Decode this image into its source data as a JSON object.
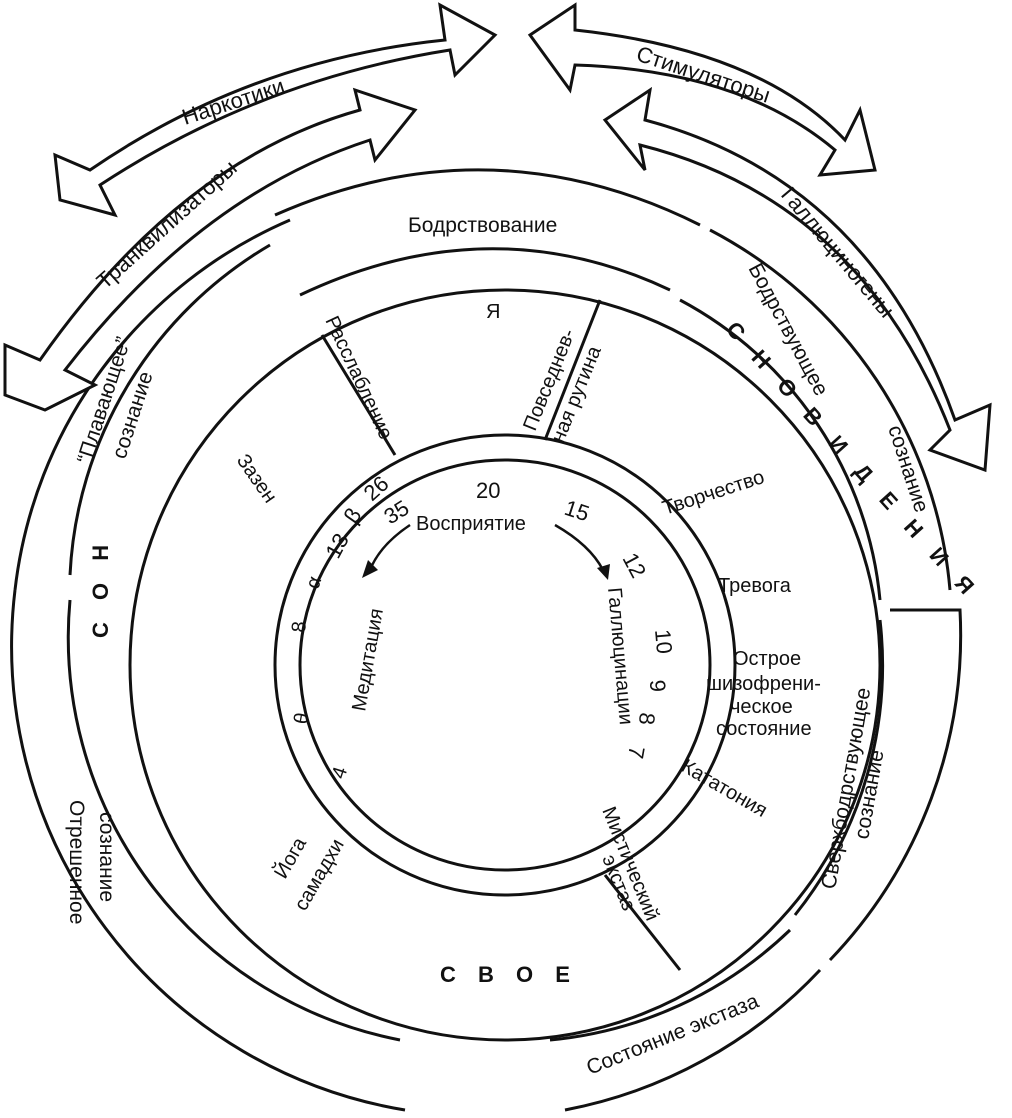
{
  "arrows": {
    "narcotics": "Наркотики",
    "tranquilizers": "Транквилизаторы",
    "stimulants": "Стимуляторы",
    "hallucinogens": "Галлюциногены"
  },
  "outer_ring": {
    "wakefulness": "Бодрствование",
    "floating_consciousness_1": "“Плавающее”",
    "floating_consciousness_2": "сознание",
    "sleep": "С О Н",
    "detached_1": "Отрешенное",
    "detached_2": "сознание",
    "ecstasy_state": "Состояние экстаза",
    "super_wakeful_1": "Сверхбодрствующее",
    "super_wakeful_2": "сознание",
    "waking_dreams_1": "Бодрствующее",
    "waking_dreams_2": "сознание",
    "dreams": "С Н О В И Д Е Н И Я"
  },
  "middle_ring": {
    "self": "Я",
    "routine_1": "Повседнев-",
    "routine_2": "ная рутина",
    "relaxation": "Расслабление",
    "zazen": "Зазен",
    "creativity": "Творчество",
    "anxiety": "Тревога",
    "schizo_1": "Острое",
    "schizo_2": "шизофрени-",
    "schizo_3": "ческое",
    "schizo_4": "состояние",
    "catatonia": "Кататония",
    "mystic_1": "Мистический",
    "mystic_2": "экстаз",
    "yoga_1": "Йога",
    "yoga_2": "самадхи",
    "own": "С В О Е"
  },
  "inner_ring": {
    "perception": "Восприятие",
    "meditation": "Медитация",
    "hallucinations": "Галлюцинации",
    "left_scale": [
      "4",
      "θ",
      "8",
      "α",
      "13",
      "β",
      "26",
      "35"
    ],
    "right_scale": [
      "20",
      "15",
      "12",
      "10",
      "9",
      "8",
      "7"
    ]
  }
}
